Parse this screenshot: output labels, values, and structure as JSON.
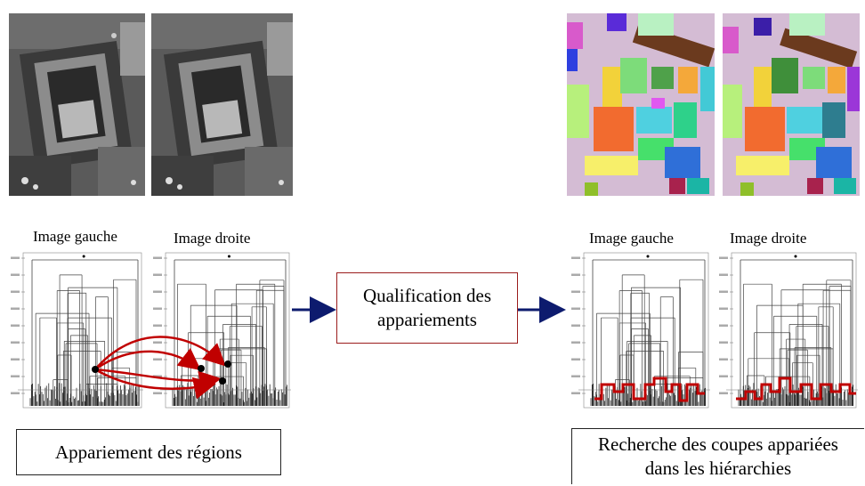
{
  "top_images": {
    "gray_left_icon": "aerial-grayscale-left",
    "gray_right_icon": "aerial-grayscale-right",
    "seg_left_icon": "segmentation-colored-left",
    "seg_right_icon": "segmentation-colored-right"
  },
  "labels": {
    "left_group": {
      "image_gauche": "Image gauche",
      "image_droite": "Image droite"
    },
    "right_group": {
      "image_gauche": "Image gauche",
      "image_droite": "Image droite"
    }
  },
  "boxes": {
    "qualification_line1": "Qualification des",
    "qualification_line2": "appariements",
    "appariement": "Appariement des régions",
    "recherche_line1": "Recherche des coupes appariées",
    "recherche_line2": "dans les hiérarchies"
  },
  "colors": {
    "arrow_blue": "#0d1b6e",
    "match_red": "#c00000",
    "box_red_border": "#9b1c1c",
    "seg_background": "#d4bcd4"
  }
}
